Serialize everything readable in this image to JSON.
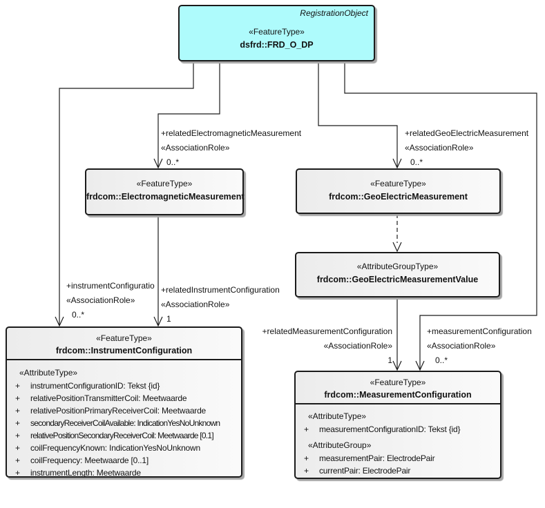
{
  "colors": {
    "feature_fill": "#aefbfc",
    "class_fill_left": "#ececec",
    "class_fill_right": "#fafafa",
    "border": "#1a1a1a",
    "shadow": "#a6a6a6",
    "line": "#1a1a1a"
  },
  "frd": {
    "annotation": "RegistrationObject",
    "stereotype": "«FeatureType»",
    "name": "dsfrd::FRD_O_DP"
  },
  "em": {
    "stereotype": "«FeatureType»",
    "name": "frdcom::ElectromagneticMeasurement"
  },
  "geo": {
    "stereotype": "«FeatureType»",
    "name": "frdcom::GeoElectricMeasurement"
  },
  "geoval": {
    "stereotype": "«AttributeGroupType»",
    "name": "frdcom::GeoElectricMeasurementValue"
  },
  "instr": {
    "stereotype": "«FeatureType»",
    "name": "frdcom::InstrumentConfiguration",
    "attr_header": "«AttributeType»",
    "attrs": [
      {
        "vis": "+",
        "text": "instrumentConfigurationID: Tekst {id}"
      },
      {
        "vis": "+",
        "text": "relativePositionTransmitterCoil: Meetwaarde"
      },
      {
        "vis": "+",
        "text": "relativePositionPrimaryReceiverCoil: Meetwaarde"
      },
      {
        "vis": "+",
        "text": "secondaryReceiverCoilAvailable: IndicationYesNoUnknown"
      },
      {
        "vis": "+",
        "text": "relativePositionSecondaryReceiverCoil: Meetwaarde [0.1]"
      },
      {
        "vis": "+",
        "text": "coilFrequencyKnown: IndicationYesNoUnknown"
      },
      {
        "vis": "+",
        "text": "coilFrequency: Meetwaarde [0..1]"
      },
      {
        "vis": "+",
        "text": "instrumentLength: Meetwaarde"
      }
    ]
  },
  "meas": {
    "stereotype": "«FeatureType»",
    "name": "frdcom::MeasurementConfiguration",
    "group1_header": "«AttributeType»",
    "group1_attrs": [
      {
        "vis": "+",
        "text": "measurementConfigurationID: Tekst {id}"
      }
    ],
    "group2_header": "«AttributeGroup»",
    "group2_attrs": [
      {
        "vis": "+",
        "text": "measurementPair: ElectrodePair"
      },
      {
        "vis": "+",
        "text": "currentPair: ElectrodePair"
      }
    ]
  },
  "assoc_labels": {
    "instrument_configuration": {
      "name": "+instrumentConfiguratio",
      "stereotype": "«AssociationRole»",
      "multiplicity": "0..*"
    },
    "related_instrument_configuration": {
      "name": "+relatedInstrumentConfiguration",
      "stereotype": "«AssociationRole»",
      "multiplicity": "1"
    },
    "related_electromagnetic_measurement": {
      "name": "+relatedElectromagneticMeasurement",
      "stereotype": "«AssociationRole»",
      "multiplicity": "0..*"
    },
    "related_geoelectric_measurement": {
      "name": "+relatedGeoElectricMeasurement",
      "stereotype": "«AssociationRole»",
      "multiplicity": "0..*"
    },
    "related_measurement_configuration": {
      "name": "+relatedMeasurementConfiguration",
      "stereotype": "«AssociationRole»",
      "multiplicity": "1"
    },
    "measurement_configuration": {
      "name": "+measurementConfiguration",
      "stereotype": "«AssociationRole»",
      "multiplicity": "0..*"
    }
  }
}
